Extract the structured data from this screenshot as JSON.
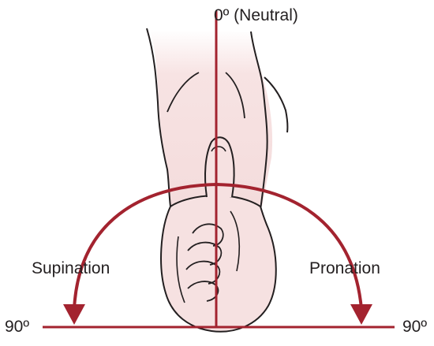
{
  "labels": {
    "neutral": "0º (Neutral)",
    "supination": "Supination",
    "pronation": "Pronation",
    "left_90": "90º",
    "right_90": "90º"
  },
  "colors": {
    "axis_line": "#a3232f",
    "arc": "#a3232f",
    "hand_outline": "#231f20",
    "hand_fill": "#f6e1e1",
    "text": "#231f20"
  },
  "icons": {
    "hand": "fist-hand-illustration",
    "arrow_left": "arrow-down-head",
    "arrow_right": "arrow-down-head"
  }
}
